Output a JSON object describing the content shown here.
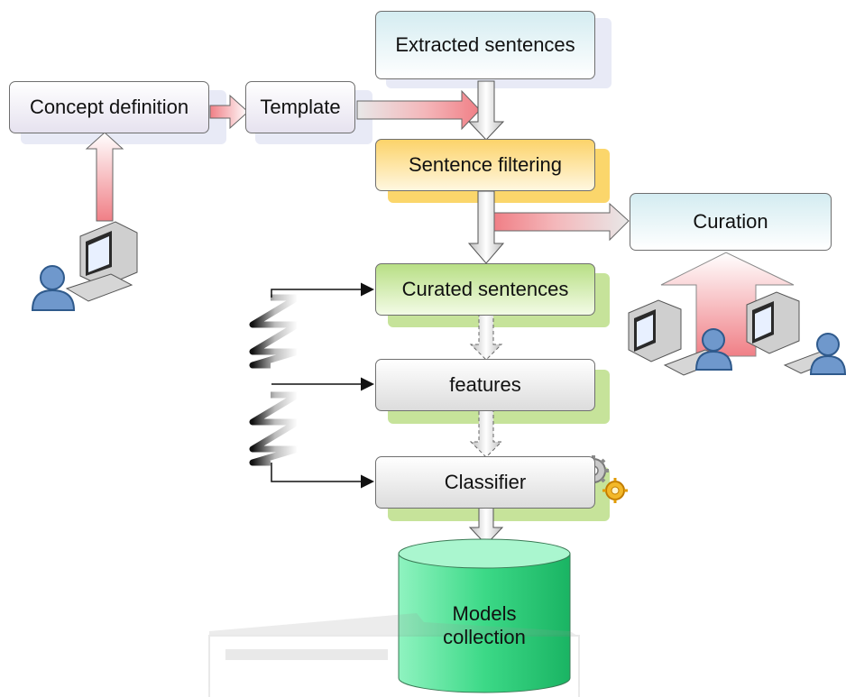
{
  "diagram": {
    "nodes": {
      "concept_definition": "Concept definition",
      "template": "Template",
      "extracted_sentences": "Extracted sentences",
      "sentence_filtering": "Sentence filtering",
      "curation": "Curation",
      "curated_sentences": "Curated sentences",
      "features": "features",
      "classifier": "Classifier",
      "models_collection_line1": "Models",
      "models_collection_line2": "collection"
    },
    "colors": {
      "lavender_box": "#e6e2ef",
      "cyan_box": "#d4ecf1",
      "yellow_box": "#fbd66b",
      "green_box": "#c6e39a",
      "gray_box": "#e3e3e3",
      "red_arrow": "#ee8a90",
      "cylinder": "#2fd27f"
    }
  }
}
